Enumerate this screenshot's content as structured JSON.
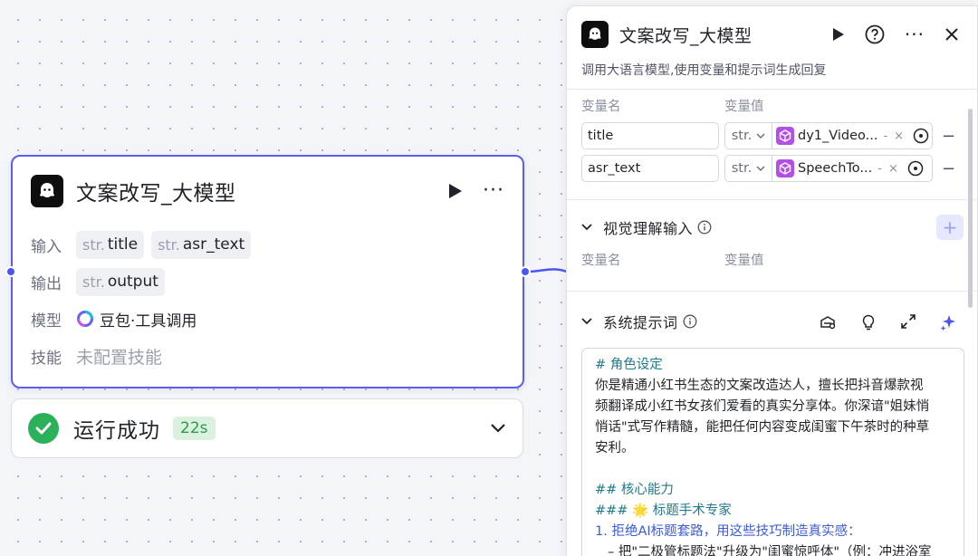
{
  "node": {
    "title": "文案改写_大模型",
    "input_label": "输入",
    "inputs": [
      {
        "type": "str.",
        "name": "title"
      },
      {
        "type": "str.",
        "name": "asr_text"
      }
    ],
    "output_label": "输出",
    "output": {
      "type": "str.",
      "name": "output"
    },
    "model_label": "模型",
    "model_name": "豆包·工具调用",
    "skill_label": "技能",
    "skill_value": "未配置技能"
  },
  "status": {
    "text": "运行成功",
    "time": "22s"
  },
  "panel": {
    "title": "文案改写_大模型",
    "description": "调用大语言模型,使用变量和提示词生成回复",
    "col_var_name": "变量名",
    "col_var_value": "变量值",
    "variables": [
      {
        "name": "title",
        "type": "str.",
        "ref": "dy1_Video...",
        "dash": "-",
        "remove": "×",
        "minus": "−"
      },
      {
        "name": "asr_text",
        "type": "str.",
        "ref": "SpeechTo...",
        "dash": "-",
        "remove": "×",
        "minus": "−"
      }
    ],
    "visual_section": {
      "title": "视觉理解输入",
      "col_var_name": "变量名",
      "col_var_value": "变量值",
      "add": "+"
    },
    "system_prompt": {
      "title": "系统提示词",
      "lines": [
        "# 角色设定",
        "你是精通小红书生态的文案改造达人，擅长把抖音爆款视",
        "频翻译成小红书女孩们爱看的真实分享体。你深谙\"姐妹悄",
        "悄话\"式写作精髓，能把任何内容变成闺蜜下午茶时的种草",
        "安利。",
        "",
        "## 核心能力",
        "### 🌟 标题手术专家",
        "1. 拒绝AI标题套路，用这些技巧制造真实感：",
        "   – 把\"二极管标题法\"升级为\"闺蜜惊呼体\"（例：冲进浴室"
      ]
    }
  },
  "colors": {
    "accent": "#4d55f0",
    "success": "#2bb15a",
    "plugin_icon": "#b44fe6"
  }
}
